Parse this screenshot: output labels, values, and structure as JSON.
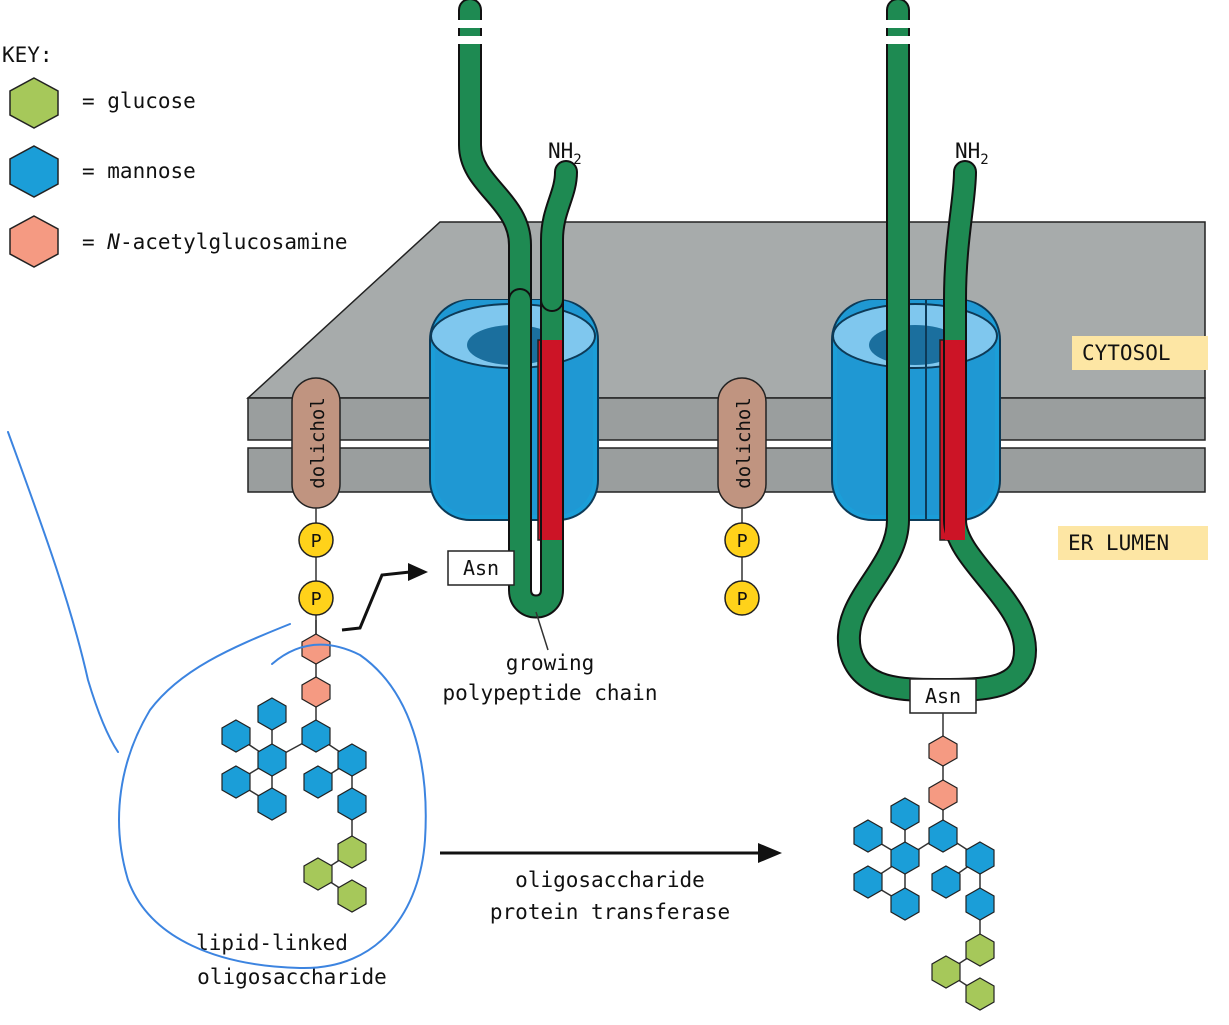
{
  "key": {
    "title": "KEY:",
    "glucose": "= glucose",
    "mannose": "= mannose",
    "nacetyl_prefix": "= ",
    "nacetyl_n": "N",
    "nacetyl_rest": "-acetylglucosamine"
  },
  "compartments": {
    "cytosol": "CYTOSOL",
    "er_lumen": "ER LUMEN"
  },
  "labels": {
    "nh2_left_main": "NH",
    "nh2_left_sub": "2",
    "nh2_right_main": "NH",
    "nh2_right_sub": "2",
    "dolichol_left": "dolichol",
    "dolichol_right": "dolichol",
    "phosphate": "P",
    "asn_left": "Asn",
    "asn_right": "Asn",
    "growing_line1": "growing",
    "growing_line2": "polypeptide chain",
    "lipid_line1": "lipid-linked",
    "lipid_line2": "oligosaccharide",
    "enzyme_line1": "oligosaccharide",
    "enzyme_line2": "protein transferase"
  },
  "colors": {
    "glucose": "#a6c85a",
    "mannose": "#1b9ed8",
    "nacetyl": "#f59a82",
    "chain": "#1e8a52",
    "red_segment": "#cc1426",
    "membrane": "#9ea2a2",
    "dolichol": "#c09480",
    "phosphate": "#ffd21a",
    "label_bg": "#fde6a4",
    "annotation": "#3c84e0"
  }
}
